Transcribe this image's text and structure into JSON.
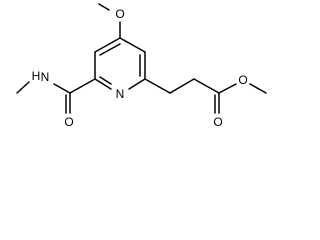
{
  "molecule": {
    "atoms": {
      "methoxy_o": "O",
      "ring_n": "N",
      "amide_n": "N",
      "amide_h": "H",
      "amide_o": "O",
      "ester_o_single": "O",
      "ester_o_double": "O"
    }
  }
}
